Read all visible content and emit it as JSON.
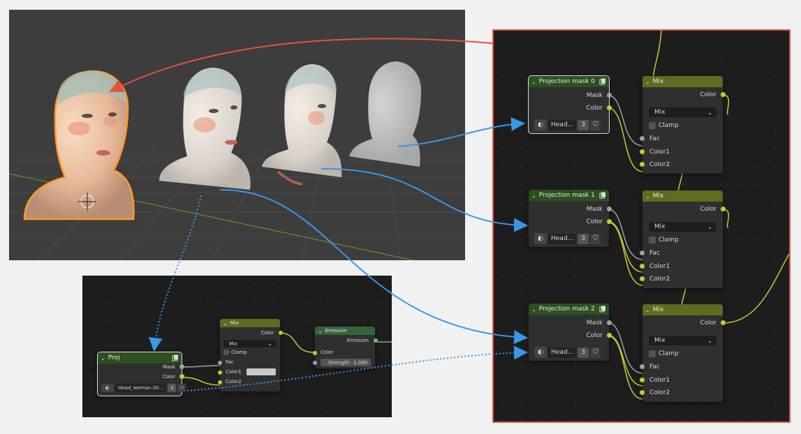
{
  "colors": {
    "accent_red": "#e0543b",
    "link_blue": "#3897e8",
    "wire_yellow": "#c8c83a",
    "wire_grey": "#a1a1a1"
  },
  "small_editor": {
    "proj_node": {
      "title": "Proj",
      "outputs": [
        "Mask",
        "Color"
      ],
      "image": {
        "name": "Head_woman.00...",
        "users": "3"
      }
    },
    "mix_node": {
      "title": "Mix",
      "output": "Color",
      "blend_mode": "Mix",
      "clamp_label": "Clamp",
      "inputs": [
        "Fac",
        "Color1",
        "Color2"
      ]
    },
    "emission_node": {
      "title": "Emission",
      "output": "Emission",
      "color_input": "Color",
      "strength_label": "Strength",
      "strength_value": "1.000"
    }
  },
  "large_editor": {
    "groups": [
      {
        "proj_title": "Projection mask 0",
        "outputs": [
          "Mask",
          "Color"
        ],
        "image": {
          "name": "Head...",
          "users": "3"
        },
        "mix": {
          "title": "Mix",
          "output": "Color",
          "blend_mode": "Mix",
          "clamp_label": "Clamp",
          "inputs": [
            "Fac",
            "Color1",
            "Color2"
          ]
        }
      },
      {
        "proj_title": "Projection mask 1",
        "outputs": [
          "Mask",
          "Color"
        ],
        "image": {
          "name": "Head...",
          "users": "3"
        },
        "mix": {
          "title": "Mix",
          "output": "Color",
          "blend_mode": "Mix",
          "clamp_label": "Clamp",
          "inputs": [
            "Fac",
            "Color1",
            "Color2"
          ]
        }
      },
      {
        "proj_title": "Projection mask 2",
        "outputs": [
          "Mask",
          "Color"
        ],
        "image": {
          "name": "Head...",
          "users": "3"
        },
        "mix": {
          "title": "Mix",
          "output": "Color",
          "blend_mode": "Mix",
          "clamp_label": "Clamp",
          "inputs": [
            "Fac",
            "Color1",
            "Color2"
          ]
        }
      }
    ]
  },
  "icons": [
    "chevron-down-icon",
    "copy-icon",
    "image-sphere-icon",
    "shield-icon"
  ]
}
